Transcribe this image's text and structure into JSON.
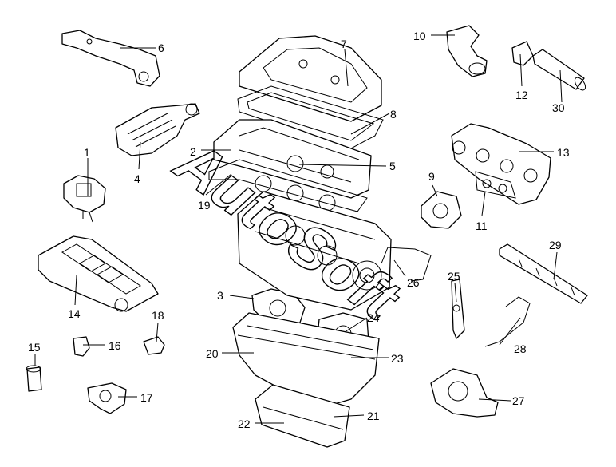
{
  "watermark": "AutoSoft",
  "callouts": [
    {
      "id": "1",
      "label": "1"
    },
    {
      "id": "2",
      "label": "2"
    },
    {
      "id": "3",
      "label": "3"
    },
    {
      "id": "4",
      "label": "4"
    },
    {
      "id": "5",
      "label": "5"
    },
    {
      "id": "6",
      "label": "6"
    },
    {
      "id": "7",
      "label": "7"
    },
    {
      "id": "8",
      "label": "8"
    },
    {
      "id": "9",
      "label": "9"
    },
    {
      "id": "10",
      "label": "10"
    },
    {
      "id": "11",
      "label": "11"
    },
    {
      "id": "12",
      "label": "12"
    },
    {
      "id": "13",
      "label": "13"
    },
    {
      "id": "14",
      "label": "14"
    },
    {
      "id": "15",
      "label": "15"
    },
    {
      "id": "16",
      "label": "16"
    },
    {
      "id": "17",
      "label": "17"
    },
    {
      "id": "18",
      "label": "18"
    },
    {
      "id": "19",
      "label": "19"
    },
    {
      "id": "20",
      "label": "20"
    },
    {
      "id": "21",
      "label": "21"
    },
    {
      "id": "22",
      "label": "22"
    },
    {
      "id": "23",
      "label": "23"
    },
    {
      "id": "24",
      "label": "24"
    },
    {
      "id": "25",
      "label": "25"
    },
    {
      "id": "26",
      "label": "26"
    },
    {
      "id": "27",
      "label": "27"
    },
    {
      "id": "28",
      "label": "28"
    },
    {
      "id": "29",
      "label": "29"
    },
    {
      "id": "30",
      "label": "30"
    }
  ]
}
